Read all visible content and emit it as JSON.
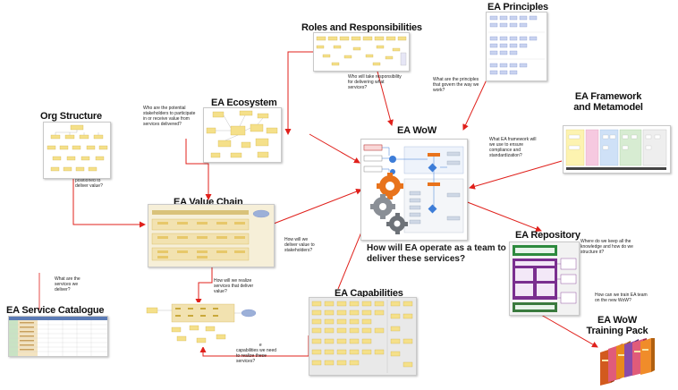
{
  "colors": {
    "arrow": "#e0201b",
    "sticky": "#f5e08a",
    "sticky_border": "#c9a83a",
    "gear_orange": "#e8731c",
    "gear_gray": "#8a8f96",
    "blue": "#3d7dd8"
  },
  "titles": {
    "roles": "Roles and Responsibilities",
    "principles": "EA Principles",
    "ecosystem": "EA Ecosystem",
    "org": "Org Structure",
    "framework": "EA Framework\nand Metamodel",
    "wow": "EA WoW",
    "value_chain": "EA Value Chain",
    "repository": "EA Repository",
    "service_catalogue": "EA Service Catalogue",
    "capabilities": "EA Capabilities",
    "training": "EA WoW\nTraining Pack"
  },
  "questions": {
    "roles": "Who will take responsibility\nfor delivering what\nservices?",
    "principles": "What are the principles\nthat govern the way we\nwork?",
    "ecosystem": "Who are the potential\nstakeholders to participate\nin or receive value from\nservices delivered?",
    "org": "How is the team\npositioned to\ndeliver value?",
    "framework": "What EA framework will\nwe use to ensure\ncompliance and\nstandardization?",
    "value_chain": "How will we\ndeliver value to\nstakeholders?",
    "realize": "How will we realize\nservices that deliver\nvalue?",
    "service_catalogue": "What are the\nservices we\ndeliver?",
    "repository_keep": "Where do we keep all the\nknowledge and how do we\nstructure it?",
    "training": "How can we train EA team\non the new WoW?",
    "capabilities": "What are the\ncapabilities we need\nto realize these\nservices?",
    "main": "How will EA operate as a team to\ndeliver these services?"
  }
}
